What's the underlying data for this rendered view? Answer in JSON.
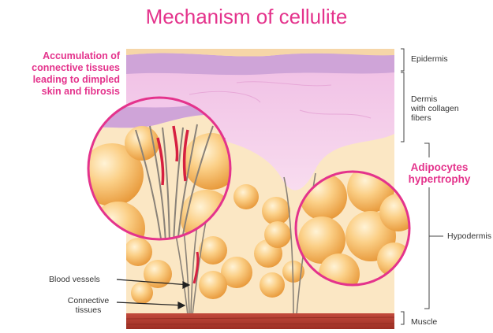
{
  "title": "Mechanism of cellulite",
  "callouts": {
    "connective": [
      "Accumulation of",
      "connective tissues",
      "leading to dimpled",
      "skin and fibrosis"
    ],
    "adipocytes": [
      "Adipocytes",
      "hypertrophy"
    ]
  },
  "labels": {
    "epidermis": "Epidermis",
    "dermis": [
      "Dermis",
      "with collagen",
      "fibers"
    ],
    "hypodermis": "Hypodermis",
    "muscle": "Muscle",
    "blood_vessels": "Blood vessels",
    "connective_tissues": [
      "Connective",
      "tissues"
    ]
  },
  "colors": {
    "accent": "#e4338c",
    "epidermis": "#c9a2d4",
    "dermis": "#f3c8ea",
    "fat_cell": "#f7b35a",
    "muscle": "#b03a2e",
    "blood_vessel": "#d62040",
    "connective_fiber": "#8a8278"
  }
}
